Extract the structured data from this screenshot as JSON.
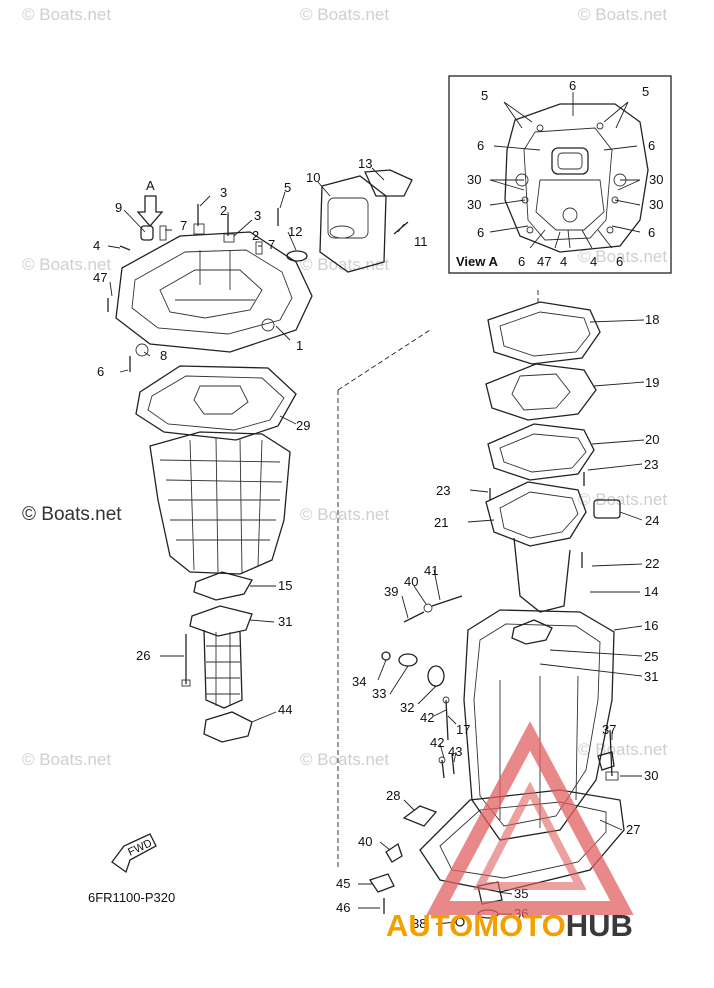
{
  "watermark": "© Boats.net",
  "watermark_main": "© Boats.net",
  "view_label": "View A",
  "section_marker": "A",
  "diagram_code": "6FR1100-P320",
  "fwd_label": "FWD",
  "logo": {
    "auto": "AUTO",
    "moto": "MOTO",
    "hub": "HUB"
  },
  "callouts": [
    {
      "id": "c5a",
      "label": "5"
    },
    {
      "id": "c6a",
      "label": "6"
    },
    {
      "id": "c5b",
      "label": "5"
    },
    {
      "id": "c6b",
      "label": "6"
    },
    {
      "id": "c6c",
      "label": "6"
    },
    {
      "id": "c30a",
      "label": "30"
    },
    {
      "id": "c30b",
      "label": "30"
    },
    {
      "id": "c30c",
      "label": "30"
    },
    {
      "id": "c30d",
      "label": "30"
    },
    {
      "id": "c6d",
      "label": "6"
    },
    {
      "id": "c6e",
      "label": "6"
    },
    {
      "id": "c6f",
      "label": "6"
    },
    {
      "id": "c47v",
      "label": "47"
    },
    {
      "id": "c4v1",
      "label": "4"
    },
    {
      "id": "c4v2",
      "label": "4"
    },
    {
      "id": "c6g",
      "label": "6"
    },
    {
      "id": "c13",
      "label": "13"
    },
    {
      "id": "c10",
      "label": "10"
    },
    {
      "id": "c3a",
      "label": "3"
    },
    {
      "id": "c9",
      "label": "9"
    },
    {
      "id": "c2a",
      "label": "2"
    },
    {
      "id": "c3b",
      "label": "3"
    },
    {
      "id": "c5c",
      "label": "5"
    },
    {
      "id": "c7a",
      "label": "7"
    },
    {
      "id": "c2b",
      "label": "2"
    },
    {
      "id": "c7b",
      "label": "7"
    },
    {
      "id": "c12",
      "label": "12"
    },
    {
      "id": "c11",
      "label": "11"
    },
    {
      "id": "c4a",
      "label": "4"
    },
    {
      "id": "c47",
      "label": "47"
    },
    {
      "id": "c1",
      "label": "1"
    },
    {
      "id": "c8",
      "label": "8"
    },
    {
      "id": "c6h",
      "label": "6"
    },
    {
      "id": "c29",
      "label": "29"
    },
    {
      "id": "c18",
      "label": "18"
    },
    {
      "id": "c19",
      "label": "19"
    },
    {
      "id": "c20",
      "label": "20"
    },
    {
      "id": "c23a",
      "label": "23"
    },
    {
      "id": "c23b",
      "label": "23"
    },
    {
      "id": "c21",
      "label": "21"
    },
    {
      "id": "c24",
      "label": "24"
    },
    {
      "id": "c22",
      "label": "22"
    },
    {
      "id": "c15",
      "label": "15"
    },
    {
      "id": "c41",
      "label": "41"
    },
    {
      "id": "c40a",
      "label": "40"
    },
    {
      "id": "c39",
      "label": "39"
    },
    {
      "id": "c31a",
      "label": "31"
    },
    {
      "id": "c14",
      "label": "14"
    },
    {
      "id": "c26",
      "label": "26"
    },
    {
      "id": "c16",
      "label": "16"
    },
    {
      "id": "c25",
      "label": "25"
    },
    {
      "id": "c34",
      "label": "34"
    },
    {
      "id": "c31b",
      "label": "31"
    },
    {
      "id": "c33",
      "label": "33"
    },
    {
      "id": "c32",
      "label": "32"
    },
    {
      "id": "c42a",
      "label": "42"
    },
    {
      "id": "c44",
      "label": "44"
    },
    {
      "id": "c17",
      "label": "17"
    },
    {
      "id": "c37",
      "label": "37"
    },
    {
      "id": "c42b",
      "label": "42"
    },
    {
      "id": "c43",
      "label": "43"
    },
    {
      "id": "c30e",
      "label": "30"
    },
    {
      "id": "c28",
      "label": "28"
    },
    {
      "id": "c27",
      "label": "27"
    },
    {
      "id": "c40b",
      "label": "40"
    },
    {
      "id": "c45",
      "label": "45"
    },
    {
      "id": "c35",
      "label": "35"
    },
    {
      "id": "c46",
      "label": "46"
    },
    {
      "id": "c36",
      "label": "36"
    },
    {
      "id": "c38",
      "label": "38"
    }
  ]
}
